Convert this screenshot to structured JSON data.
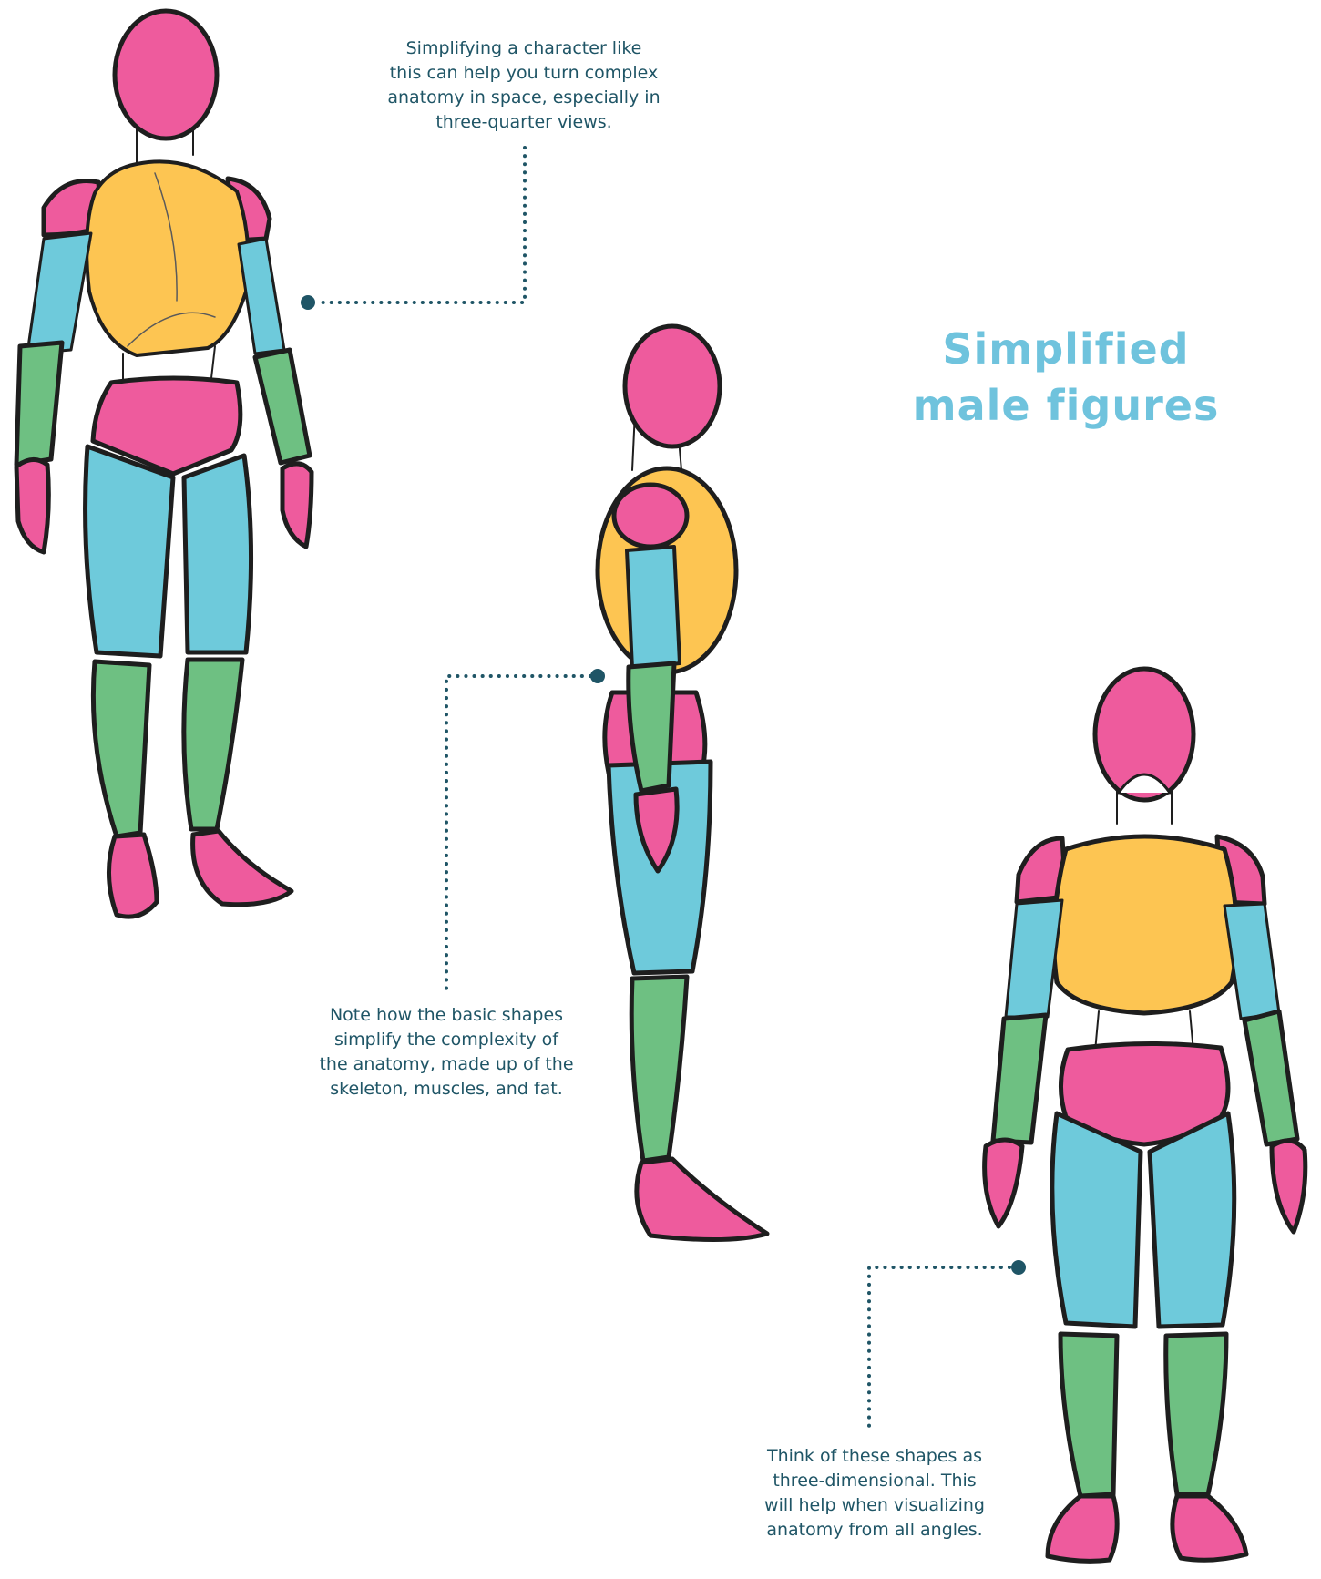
{
  "title": {
    "line1": "Simplified",
    "line2": "male figures"
  },
  "notes": [
    {
      "lines": [
        "Simplifying a character like",
        "this can help you turn complex",
        "anatomy in space, especially in",
        "three-quarter views."
      ]
    },
    {
      "lines": [
        "Note how the basic shapes",
        "simplify the complexity of",
        "the anatomy, made up of the",
        "skeleton, muscles, and fat."
      ]
    },
    {
      "lines": [
        "Think of these shapes as",
        "three-dimensional. This",
        "will help when visualizing",
        "anatomy from all angles."
      ]
    }
  ],
  "figures": [
    "three-quarter view figure",
    "side view figure",
    "back view figure"
  ],
  "colors": {
    "head_and_hands": "#ee5b9d",
    "torso": "#fdc552",
    "upper_limbs": "#6ecadb",
    "lower_limbs": "#6ec082",
    "outline": "#1e1e1e",
    "callout": "#1f5566",
    "title": "#6fc3dd"
  }
}
